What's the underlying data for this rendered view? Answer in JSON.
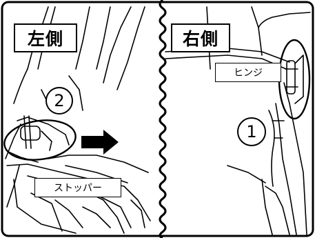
{
  "left_panel": {
    "side_label": "左側",
    "step_number": "2",
    "part_label": "ストッパー"
  },
  "right_panel": {
    "side_label": "右側",
    "step_number": "1",
    "part_label": "ヒンジ"
  }
}
